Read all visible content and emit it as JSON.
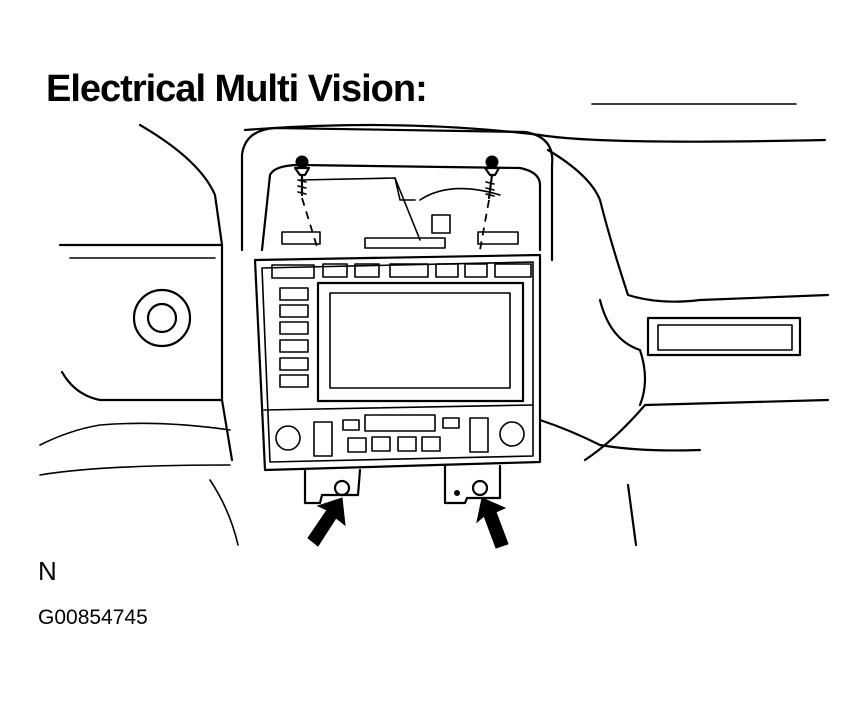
{
  "title": "Electrical Multi Vision:",
  "view_letter": "N",
  "figure_id": "G00854745",
  "icons": {
    "screw_left": "screw-icon",
    "screw_right": "screw-icon",
    "arrow_left": "arrow-up-right-icon",
    "arrow_right": "arrow-up-left-icon"
  },
  "colors": {
    "ink": "#000000",
    "paper": "#ffffff"
  }
}
